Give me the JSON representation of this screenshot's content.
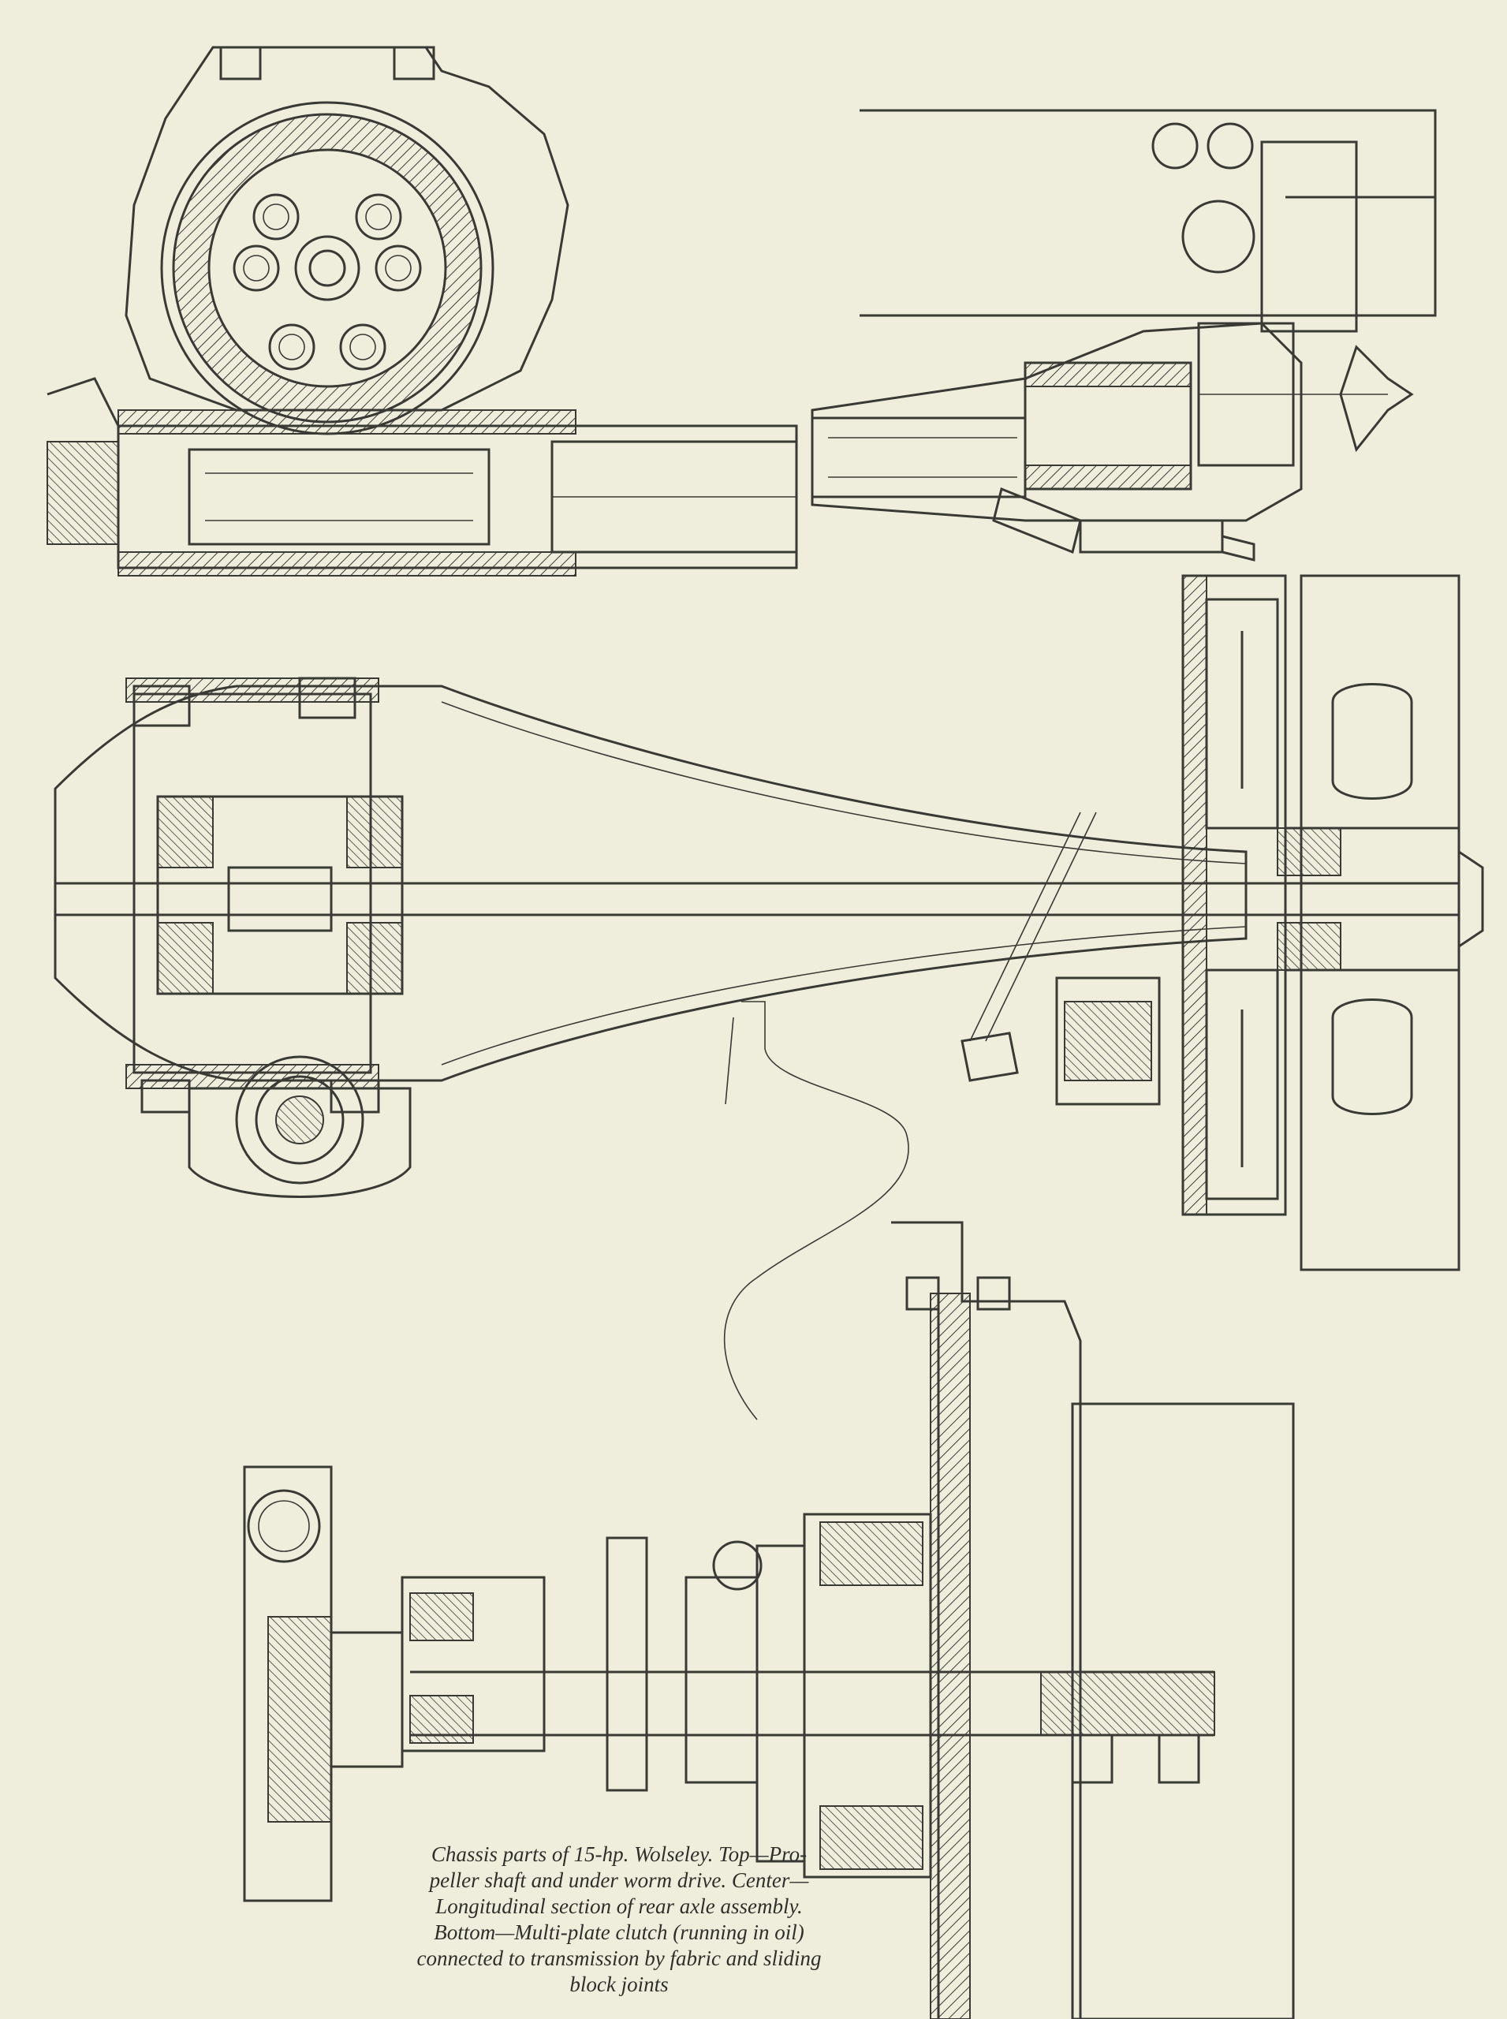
{
  "caption": {
    "lines": [
      "Chassis parts of 15-hp. Wolseley. Top—Pro-",
      "peller shaft and under worm drive. Center—",
      "Longitudinal section of rear axle assembly.",
      "Bottom—Multi-plate clutch (running in oil)",
      "connected to transmission by fabric and sliding",
      "block joints"
    ]
  },
  "figures": [
    {
      "name": "propeller-shaft-worm-drive"
    },
    {
      "name": "rear-axle-assembly"
    },
    {
      "name": "multi-plate-clutch"
    }
  ],
  "colors": {
    "paper": "#efeedd",
    "ink": "#3a3a35"
  }
}
